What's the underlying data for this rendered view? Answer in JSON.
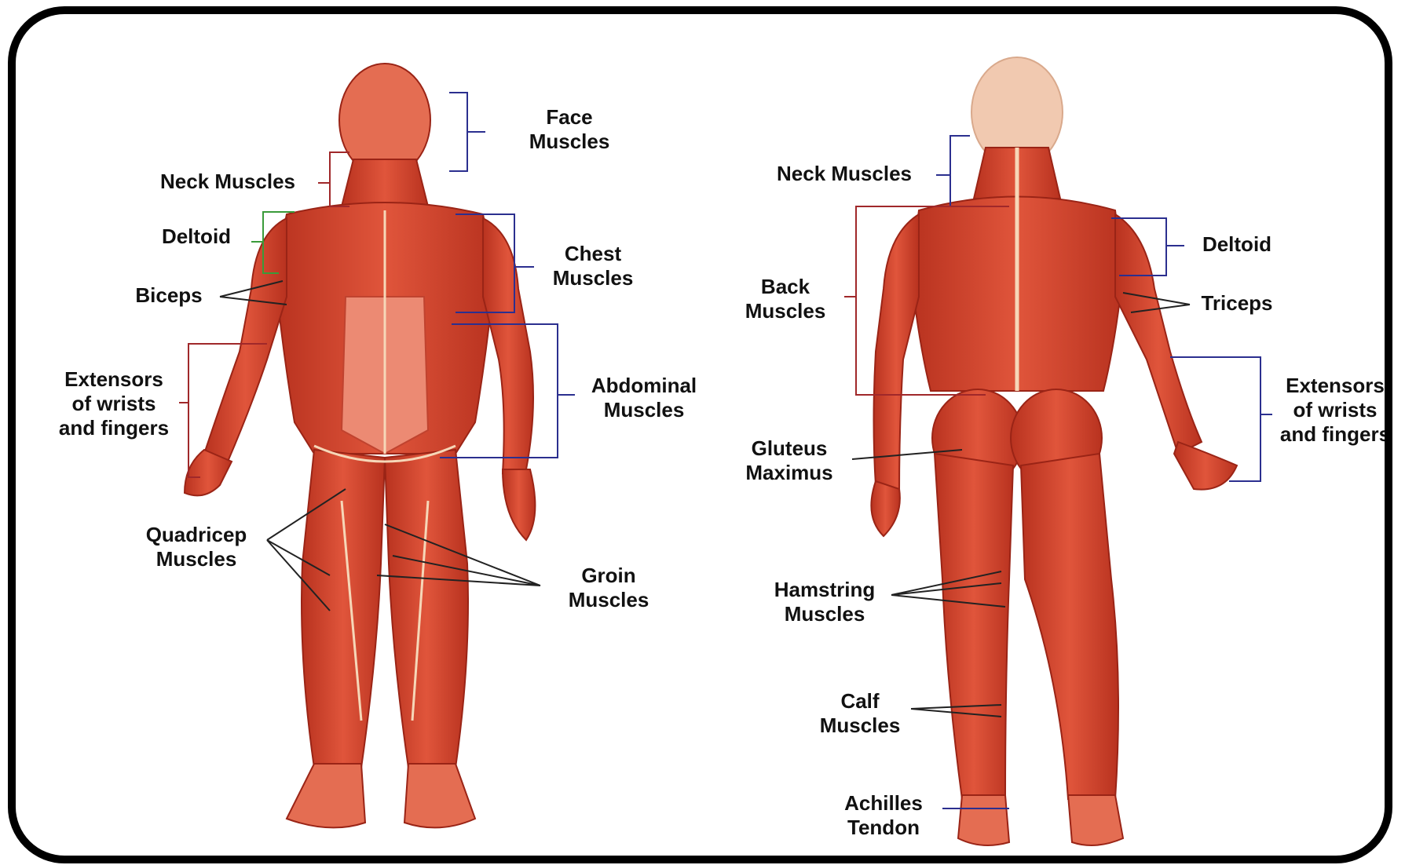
{
  "front_labels": {
    "face": [
      "Face",
      "Muscles"
    ],
    "neck": [
      "Neck Muscles"
    ],
    "deltoid": [
      "Deltoid"
    ],
    "chest": [
      "Chest",
      "Muscles"
    ],
    "biceps": [
      "Biceps"
    ],
    "extensors": [
      "Extensors",
      "of wrists",
      "and fingers"
    ],
    "abdominal": [
      "Abdominal",
      "Muscles"
    ],
    "quadricep": [
      "Quadricep",
      "Muscles"
    ],
    "groin": [
      "Groin",
      "Muscles"
    ]
  },
  "back_labels": {
    "neck": [
      "Neck Muscles"
    ],
    "deltoid": [
      "Deltoid"
    ],
    "back": [
      "Back",
      "Muscles"
    ],
    "triceps": [
      "Triceps"
    ],
    "extensors": [
      "Extensors",
      "of wrists",
      "and fingers"
    ],
    "gluteus": [
      "Gluteus",
      "Maximus"
    ],
    "hamstring": [
      "Hamstring",
      "Muscles"
    ],
    "calf": [
      "Calf",
      "Muscles"
    ],
    "achilles": [
      "Achilles",
      "Tendon"
    ]
  },
  "colors": {
    "muscle": "#d9402b",
    "muscle_dark": "#b22a1c",
    "muscle_light": "#f08a6e",
    "tendon": "#f6d7b8",
    "bracket_blue": "#2b2f8f",
    "bracket_red": "#a0282a",
    "bracket_green": "#3a9b3a",
    "leader": "#222222"
  }
}
